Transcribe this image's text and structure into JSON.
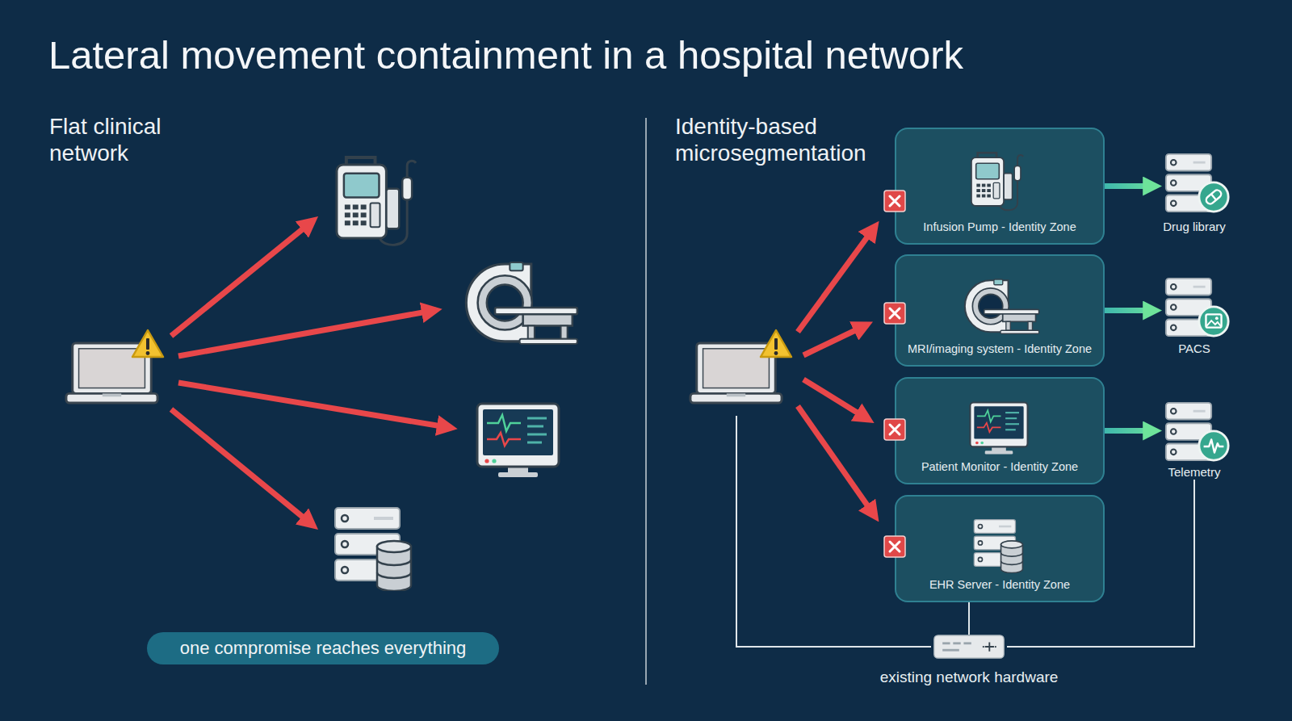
{
  "diagram": {
    "title": "Lateral movement containment in a hospital network",
    "nodes": [
      {
        "text": [
          "one compromise reaches everything"
        ]
      },
      {
        "text": [
          "Infusion Pump - Identity Zone"
        ]
      },
      {
        "text": [
          "Drug library"
        ]
      },
      {
        "text": [
          "MRI/imaging system - Identity Zone"
        ]
      },
      {
        "text": [
          "PACS"
        ]
      },
      {
        "text": [
          "Patient Monitor - Identity Zone"
        ]
      },
      {
        "text": [
          "Telemetry"
        ]
      },
      {
        "text": [
          "EHR Server - Identity Zone"
        ]
      },
      {
        "text": [
          "existing network hardware"
        ]
      }
    ],
    "edges": [
      {
        "from": 1,
        "to": 2,
        "arrow": "to"
      },
      {
        "from": 3,
        "to": 4,
        "arrow": "to"
      },
      {
        "from": 5,
        "to": 6,
        "arrow": "to"
      },
      {
        "from": 7,
        "to": 8,
        "arrow": "none"
      },
      {
        "from": 6,
        "to": 8,
        "arrow": "none"
      }
    ],
    "labels": [
      "Flat clinical network",
      "Identity-based microsegmentation"
    ]
  }
}
